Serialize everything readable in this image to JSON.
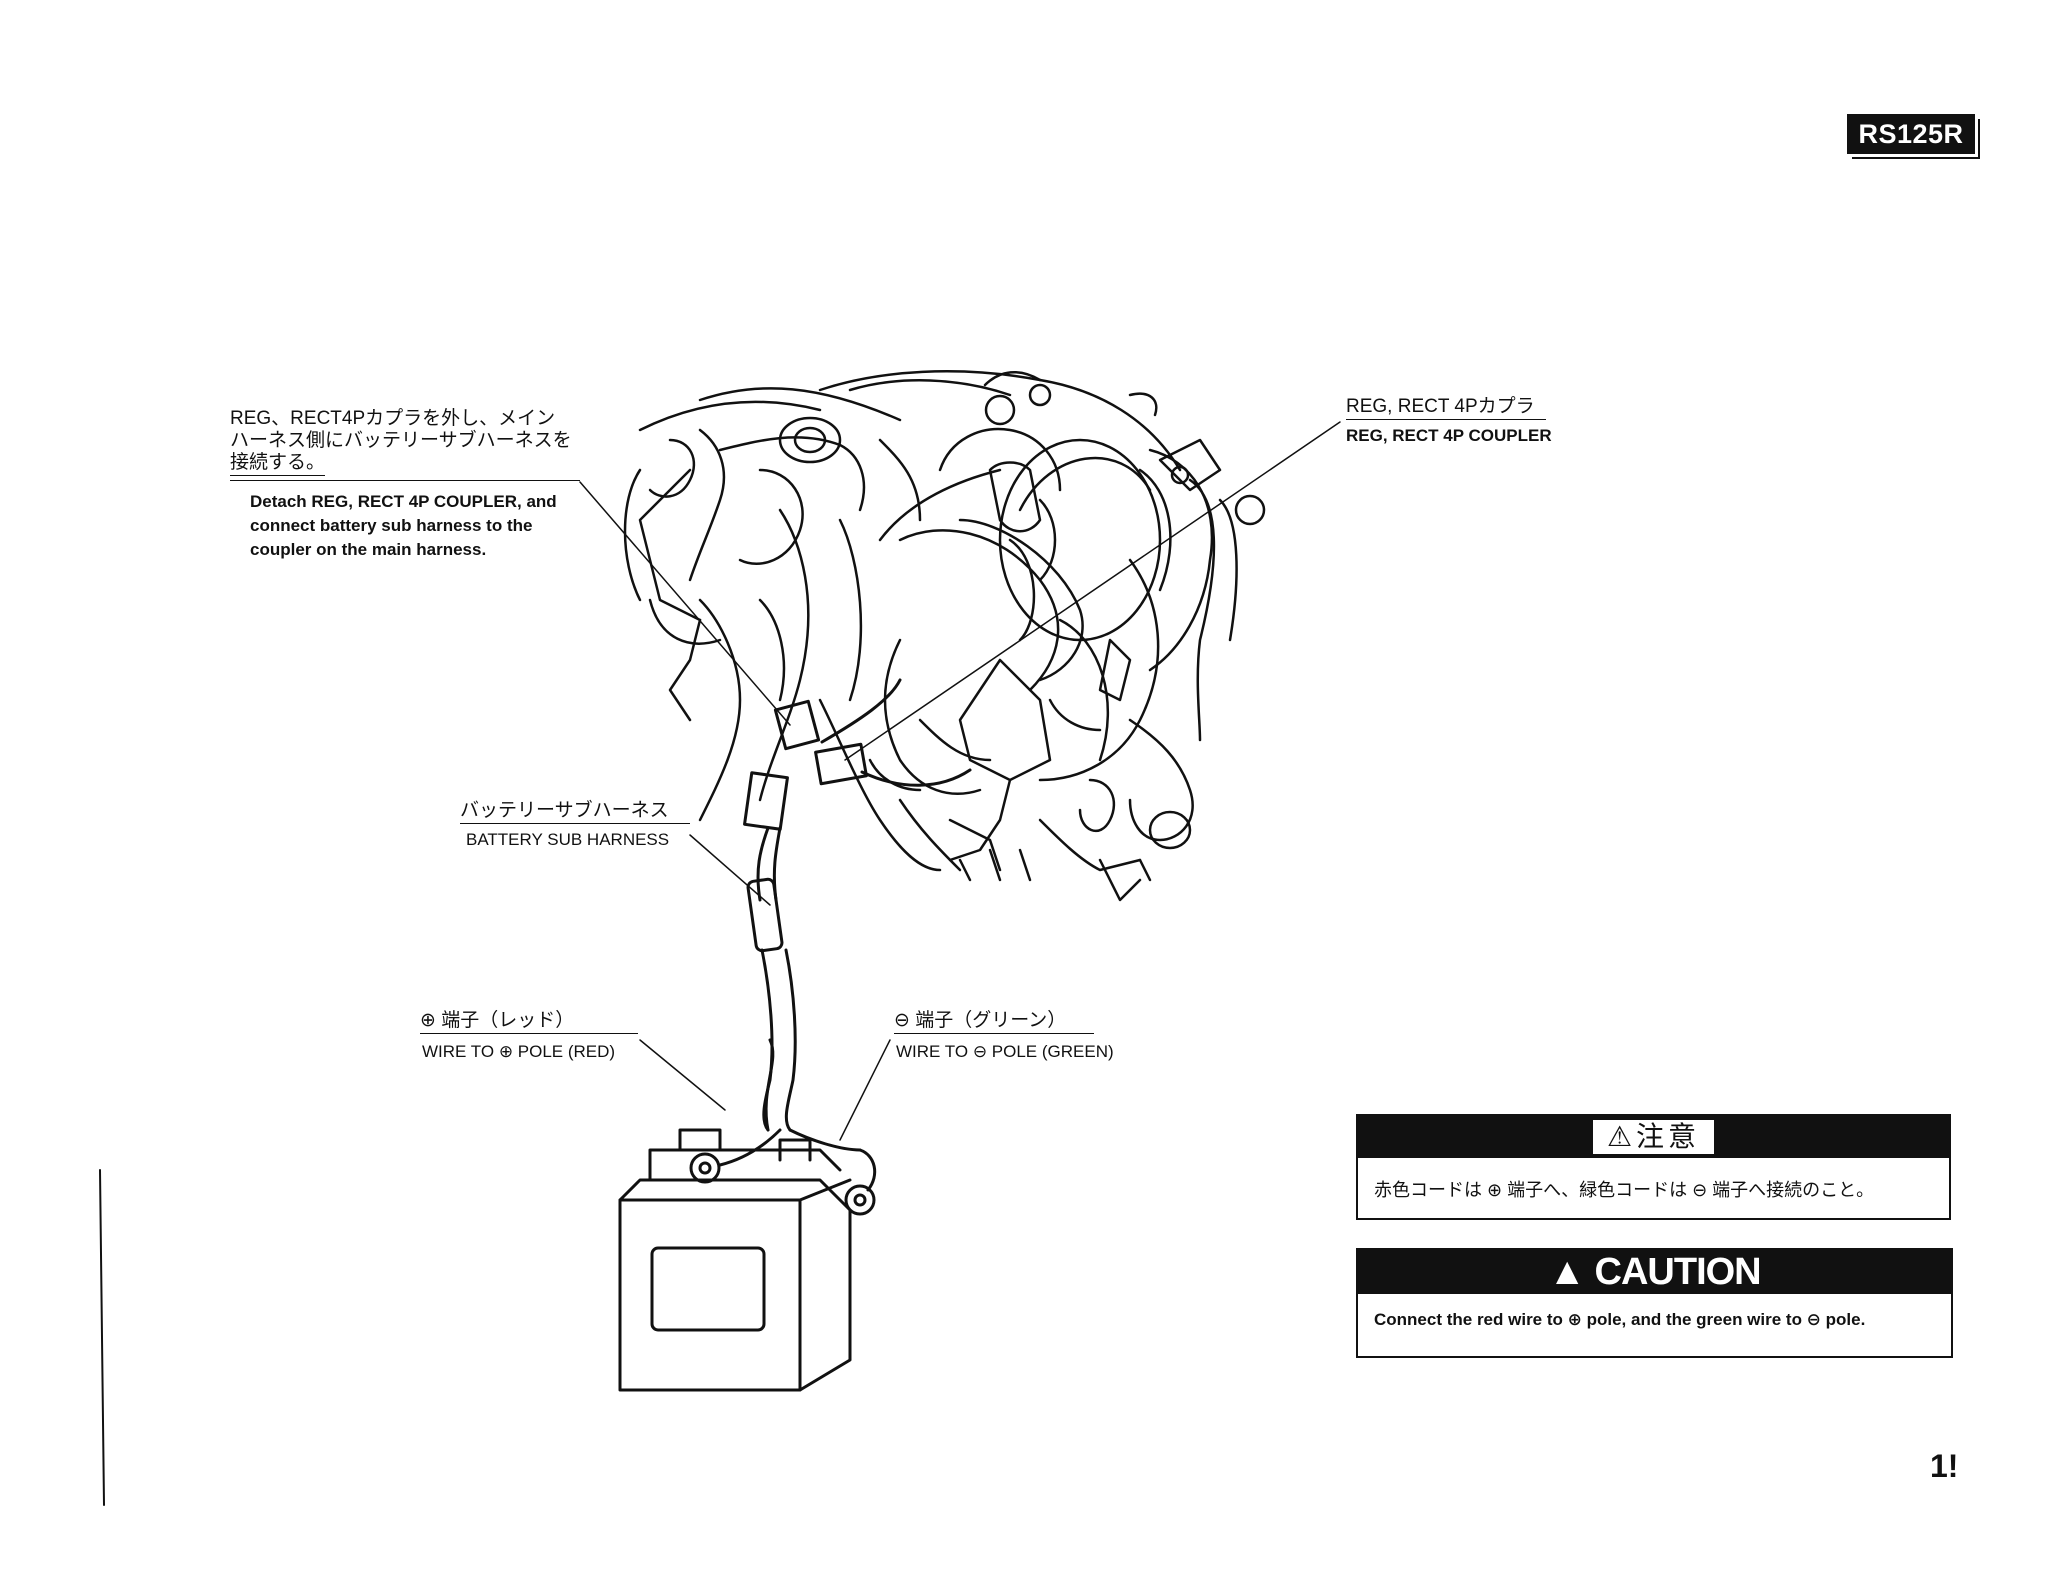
{
  "header": {
    "model": "RS125R"
  },
  "callouts": {
    "detach_jp": [
      "REG、RECT4Pカプラを外し、メイン",
      "ハーネス側にバッテリーサブハーネスを",
      "接続する。"
    ],
    "detach_en": [
      "Detach REG, RECT 4P COUPLER, and",
      "connect battery sub harness to the",
      "coupler on the main harness."
    ],
    "coupler_jp": "REG, RECT 4Pカプラ",
    "coupler_en": "REG, RECT 4P COUPLER",
    "sub_harness_jp": "バッテリーサブハーネス",
    "sub_harness_en": "BATTERY SUB HARNESS",
    "plus_jp": "⊕ 端子（レッド）",
    "plus_en": "WIRE TO ⊕ POLE (RED)",
    "minus_jp": "⊖ 端子（グリーン）",
    "minus_en": "WIRE TO ⊖ POLE (GREEN)"
  },
  "caution_jp": {
    "title": "⚠注意",
    "text": "赤色コードは ⊕ 端子へ、緑色コードは ⊖ 端子へ接続のこと。"
  },
  "caution_en": {
    "title": "▲ CAUTION",
    "text": "Connect the red wire to ⊕ pole, and the green wire to ⊖ pole."
  },
  "page_number": "1!"
}
